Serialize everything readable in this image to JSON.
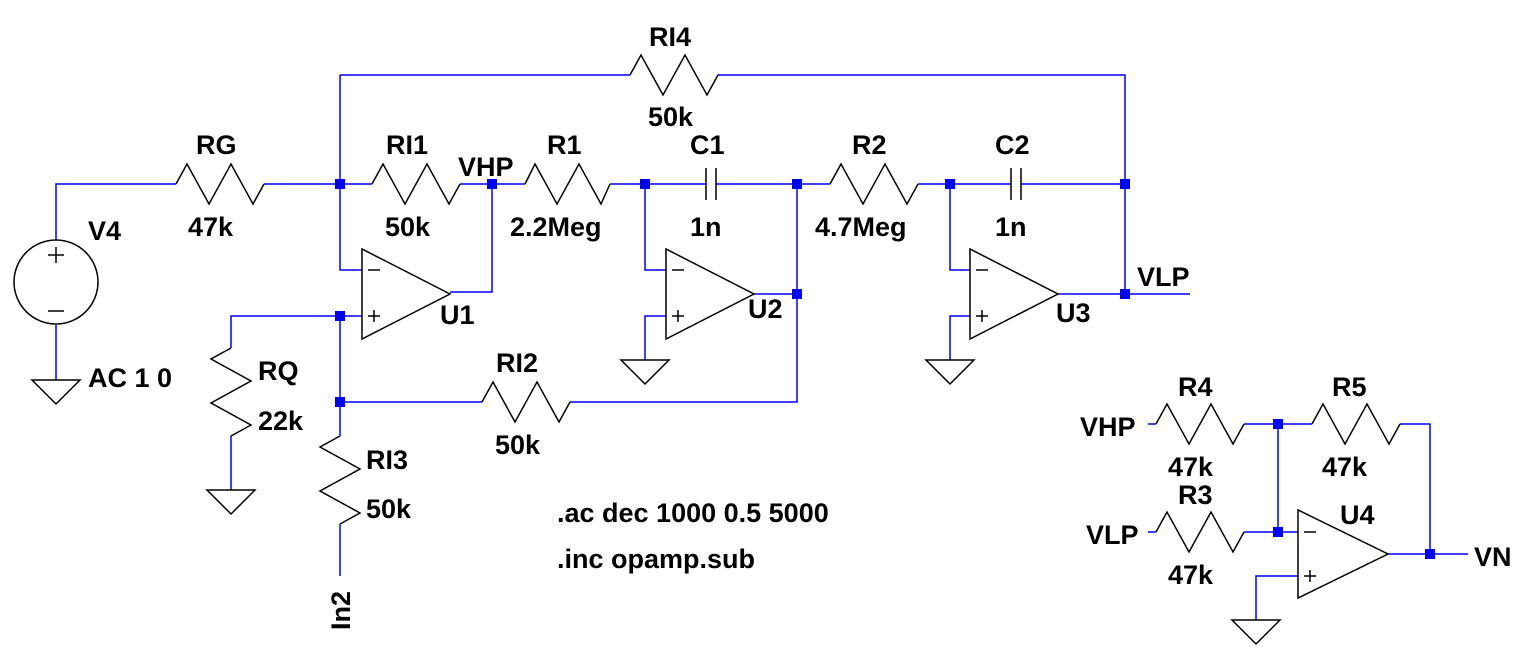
{
  "schematic": {
    "components": {
      "V4": {
        "name": "V4",
        "value": "AC 1 0"
      },
      "RG": {
        "name": "RG",
        "value": "47k"
      },
      "RI1": {
        "name": "RI1",
        "value": "50k"
      },
      "RI2": {
        "name": "RI2",
        "value": "50k"
      },
      "RI3": {
        "name": "RI3",
        "value": "50k"
      },
      "RI4": {
        "name": "RI4",
        "value": "50k"
      },
      "RQ": {
        "name": "RQ",
        "value": "22k"
      },
      "R1": {
        "name": "R1",
        "value": "2.2Meg"
      },
      "R2": {
        "name": "R2",
        "value": "4.7Meg"
      },
      "R3": {
        "name": "R3",
        "value": "47k"
      },
      "R4": {
        "name": "R4",
        "value": "47k"
      },
      "R5": {
        "name": "R5",
        "value": "47k"
      },
      "C1": {
        "name": "C1",
        "value": "1n"
      },
      "C2": {
        "name": "C2",
        "value": "1n"
      },
      "U1": {
        "name": "U1"
      },
      "U2": {
        "name": "U2"
      },
      "U3": {
        "name": "U3"
      },
      "U4": {
        "name": "U4"
      }
    },
    "nets": {
      "vhp": "VHP",
      "vlp": "VLP",
      "vhp_in": "VHP",
      "vlp_in": "VLP",
      "vn": "VN",
      "in2": "In2"
    },
    "directives": [
      ".ac dec 1000 0.5 5000",
      ".inc opamp.sub"
    ],
    "colors": {
      "wire": "#0000ff",
      "component": "#000000",
      "junction": "#0000ff",
      "background": "#ffffff"
    }
  }
}
